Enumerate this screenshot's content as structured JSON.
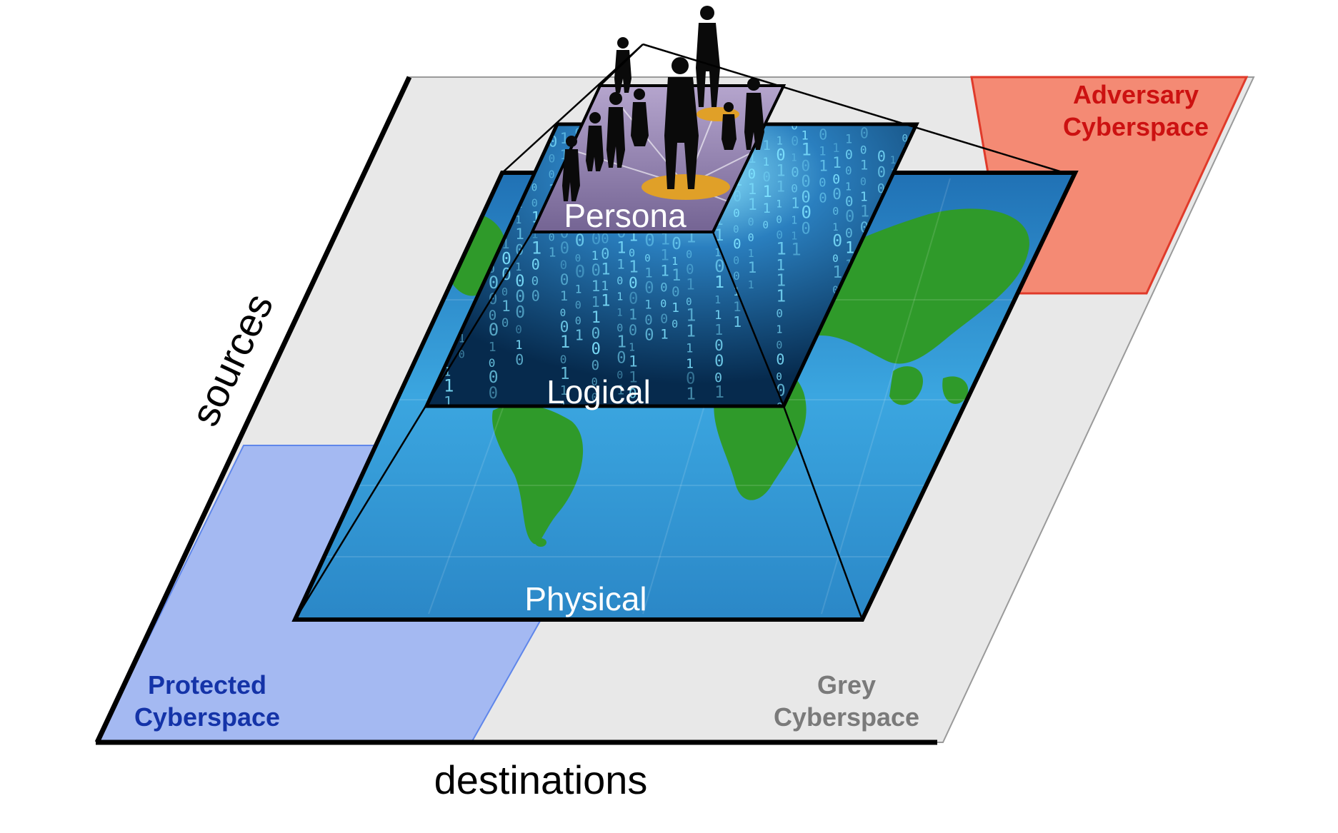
{
  "axes": {
    "x_label": "destinations",
    "y_label": "sources"
  },
  "regions": {
    "protected": {
      "line1": "Protected",
      "line2": "Cyberspace",
      "text_color": "#1433a8",
      "fill": "#a4b9f2",
      "stroke": "#5f86ea"
    },
    "grey": {
      "line1": "Grey",
      "line2": "Cyberspace",
      "text_color": "#7a7a7a",
      "fill": "#e8e8e8",
      "stroke": "#9a9a9a"
    },
    "adversary": {
      "line1": "Adversary",
      "line2": "Cyberspace",
      "text_color": "#cc1111",
      "fill": "#f48a74",
      "stroke": "#e03a2a"
    }
  },
  "layers": {
    "physical": {
      "label": "Physical",
      "ocean": "#2e94d4",
      "land": "#2f9a2a"
    },
    "logical": {
      "label": "Logical",
      "bg": "#0b3f6e",
      "digits": "#7fe3ff"
    },
    "persona": {
      "label": "Persona",
      "bg": "#8a7aa6",
      "node": "#e0a028",
      "figures": "#0a0a0a"
    }
  }
}
